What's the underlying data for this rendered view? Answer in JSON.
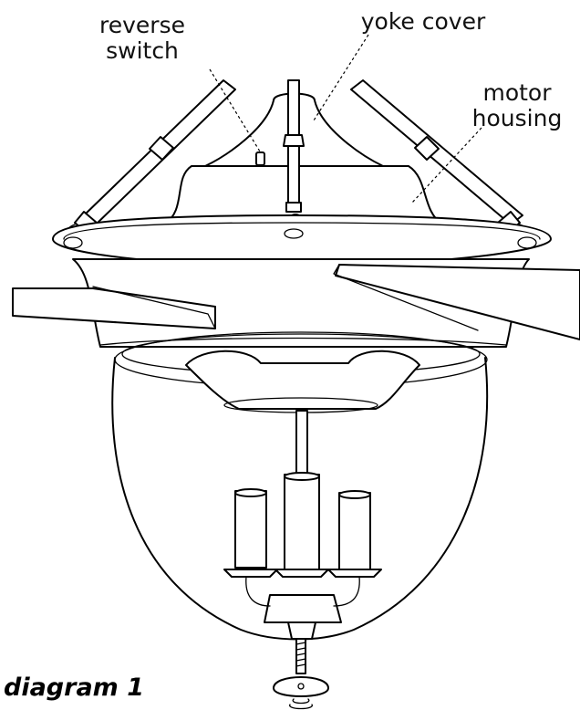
{
  "labels": {
    "reverse_switch": "reverse\nswitch",
    "yoke_cover": "yoke cover",
    "motor_housing": "motor\nhousing"
  },
  "caption": "diagram 1",
  "colors": {
    "line": "#000000",
    "background": "#ffffff"
  }
}
